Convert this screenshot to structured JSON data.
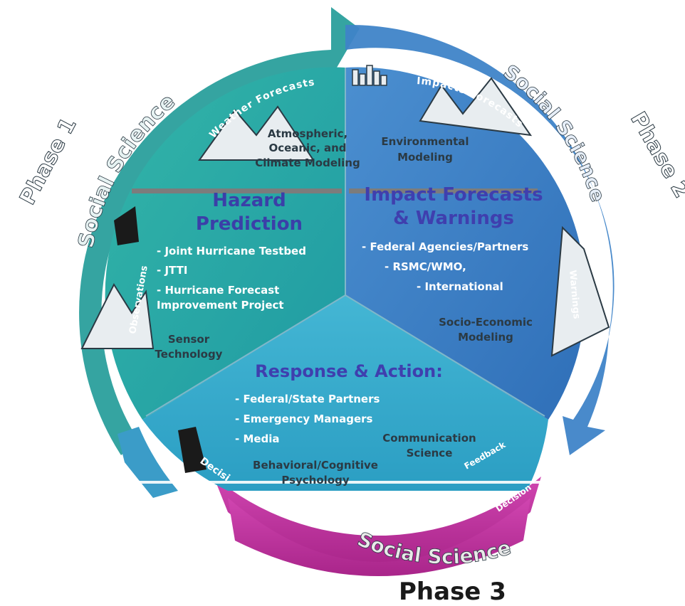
{
  "colors": {
    "teal": "#2aa6a6",
    "blue": "#3a7fc4",
    "cyan": "#3ab0cf",
    "magenta": "#c0309f",
    "title": "#3b3fa8",
    "arc_teal": "#29a79e",
    "arc_blue": "#4a8acb"
  },
  "icons": [
    "mountain-icon",
    "city-icon",
    "satellite-icon",
    "mountain-icon",
    "mountain-icon"
  ],
  "hazard": {
    "title_line1": "Hazard",
    "title_line2": "Prediction",
    "items": [
      "- Joint Hurricane Testbed",
      "- JTTI",
      "- Hurricane Forecast",
      "Improvement Project"
    ],
    "science_top": [
      "Atmospheric,",
      "Oceanic, and",
      "Climate Modeling"
    ],
    "science_bottom": [
      "Sensor",
      "Technology"
    ]
  },
  "impact": {
    "title_line1": "Impact Forecasts",
    "title_line2": "& Warnings",
    "items": [
      "- Federal Agencies/Partners",
      "- RSMC/WMO,",
      "- International"
    ],
    "science_top": [
      "Environmental",
      "Modeling"
    ],
    "science_bottom": [
      "Socio-Economic",
      "Modeling"
    ]
  },
  "response": {
    "title": "Response & Action:",
    "items": [
      "- Federal/State Partners",
      "- Emergency Managers",
      "- Media"
    ],
    "science_right": [
      "Communication",
      "Science"
    ],
    "science_bottom": [
      "Behavioral/Cognitive",
      "Psychology"
    ]
  },
  "arcs": {
    "left_social": "Social Science",
    "right_social": "Social Science",
    "bottom_social": "Social Science"
  },
  "phases": {
    "phase1": "Phase 1",
    "phase2": "Phase 2",
    "phase3": "Phase 3"
  },
  "icon_labels": {
    "weather_forecasts": "Weather Forecasts",
    "impacts_forecasts": "Impacts Forecasts",
    "observations": "Observations",
    "warnings": "Warnings",
    "decisions_left": "Decisi",
    "decisions_right": "Decision",
    "feedback": "Feedback"
  }
}
